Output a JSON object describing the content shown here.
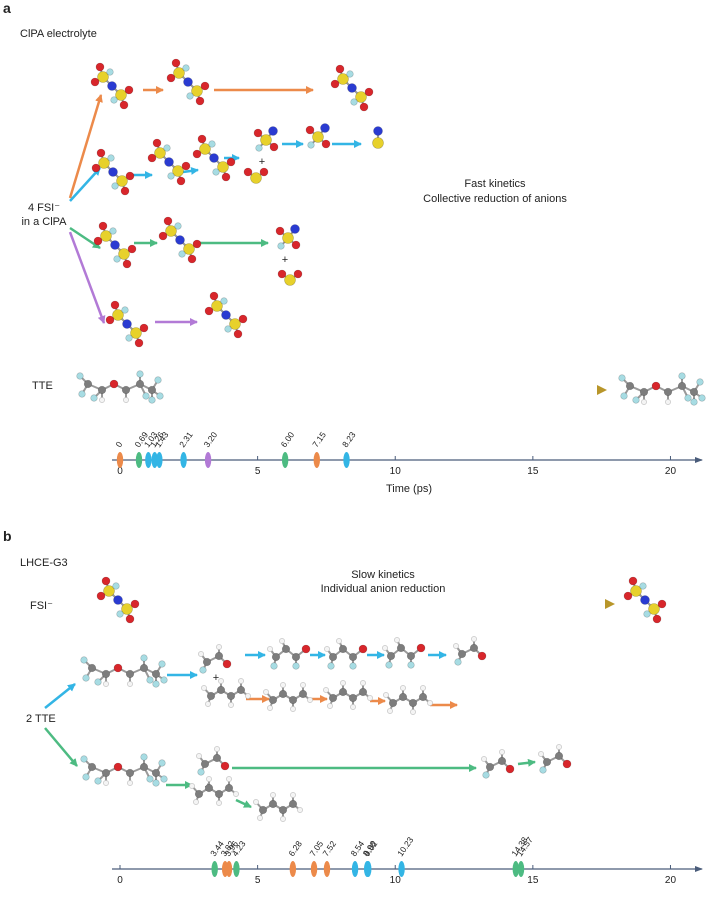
{
  "panel_a": {
    "letter": "a",
    "title": "ClPA electrolyte",
    "source_line1": "4 FSI⁻",
    "source_line2": "in a ClPA",
    "annotation_line1": "Fast kinetics",
    "annotation_line2": "Collective reduction of anions",
    "plus": "+",
    "tte_label": "TTE"
  },
  "panel_b": {
    "letter": "b",
    "title": "LHCE-G3",
    "annotation_line1": "Slow kinetics",
    "annotation_line2": "Individual anion reduction",
    "fsi_label": "FSI⁻",
    "source_label": "2 TTE",
    "plus": "+"
  },
  "colors": {
    "orange": "#ec8a4a",
    "blue": "#33b5e5",
    "green": "#4dbb82",
    "purple": "#b27ad6",
    "gold": "#b8962a",
    "axis": "#4a5c7a",
    "sulfur": "#e7d12b",
    "oxygen": "#d8262b",
    "nitrogen": "#2a3bd1",
    "fluorine": "#a7dce3",
    "carbon": "#7d7d7d",
    "hydrogen": "#f4f4f4"
  },
  "chart_data": [
    {
      "type": "timeline",
      "xlabel": "Time (ps)",
      "xlim": [
        0,
        21
      ],
      "ticks": [
        0,
        5,
        10,
        15,
        20
      ],
      "events": [
        {
          "x": 0,
          "label": "0",
          "color": "orange"
        },
        {
          "x": 0.69,
          "label": "0.69",
          "color": "green"
        },
        {
          "x": 1.03,
          "label": "1.03",
          "color": "blue"
        },
        {
          "x": 1.26,
          "label": "1.26",
          "color": "blue"
        },
        {
          "x": 1.43,
          "label": "1.43",
          "color": "blue"
        },
        {
          "x": 2.31,
          "label": "2.31",
          "color": "blue"
        },
        {
          "x": 3.2,
          "label": "3.20",
          "color": "purple"
        },
        {
          "x": 6.0,
          "label": "6.00",
          "color": "green"
        },
        {
          "x": 7.15,
          "label": "7.15",
          "color": "orange"
        },
        {
          "x": 8.23,
          "label": "8.23",
          "color": "blue"
        }
      ]
    },
    {
      "type": "timeline",
      "xlabel": "",
      "xlim": [
        0,
        21
      ],
      "ticks": [
        0,
        5,
        10,
        15,
        20
      ],
      "events": [
        {
          "x": 3.44,
          "label": "3.44",
          "color": "green"
        },
        {
          "x": 3.82,
          "label": "3.82",
          "color": "orange"
        },
        {
          "x": 3.96,
          "label": "3.96",
          "color": "orange"
        },
        {
          "x": 4.23,
          "label": "4.23",
          "color": "green"
        },
        {
          "x": 6.28,
          "label": "6.28",
          "color": "orange"
        },
        {
          "x": 7.05,
          "label": "7.05",
          "color": "orange"
        },
        {
          "x": 7.52,
          "label": "7.52",
          "color": "orange"
        },
        {
          "x": 8.54,
          "label": "8.54",
          "color": "blue"
        },
        {
          "x": 8.98,
          "label": "8.98",
          "color": "blue"
        },
        {
          "x": 9.02,
          "label": "9.02",
          "color": "blue"
        },
        {
          "x": 10.23,
          "label": "10.23",
          "color": "blue"
        },
        {
          "x": 14.38,
          "label": "14.38",
          "color": "green"
        },
        {
          "x": 14.57,
          "label": "14.57",
          "color": "green"
        }
      ]
    }
  ]
}
